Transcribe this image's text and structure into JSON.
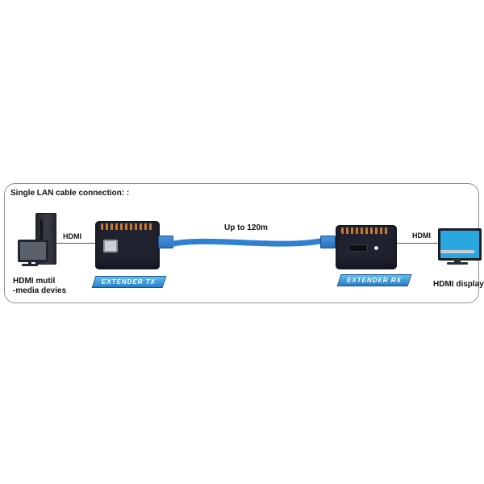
{
  "diagram": {
    "title": "Single LAN cable connection: :",
    "left_hdmi_label": "HDMI",
    "right_hdmi_label": "HDMI",
    "cable_label": "Up to 120m",
    "tx_badge": "EXTENDER TX",
    "rx_badge": "EXTENDER RX",
    "left_caption_line1": "HDMI mutil",
    "left_caption_line2": "-media devies",
    "right_caption": "HDMI display"
  },
  "colors": {
    "cable_blue": "#2f80d0",
    "badge_blue": "#2a7cc8",
    "badge_border": "#1d4f86",
    "screen_blue": "#29a8e0",
    "device_dark": "#20232f",
    "vent_orange": "#c9792e",
    "panel_border": "#8f8f8f"
  }
}
